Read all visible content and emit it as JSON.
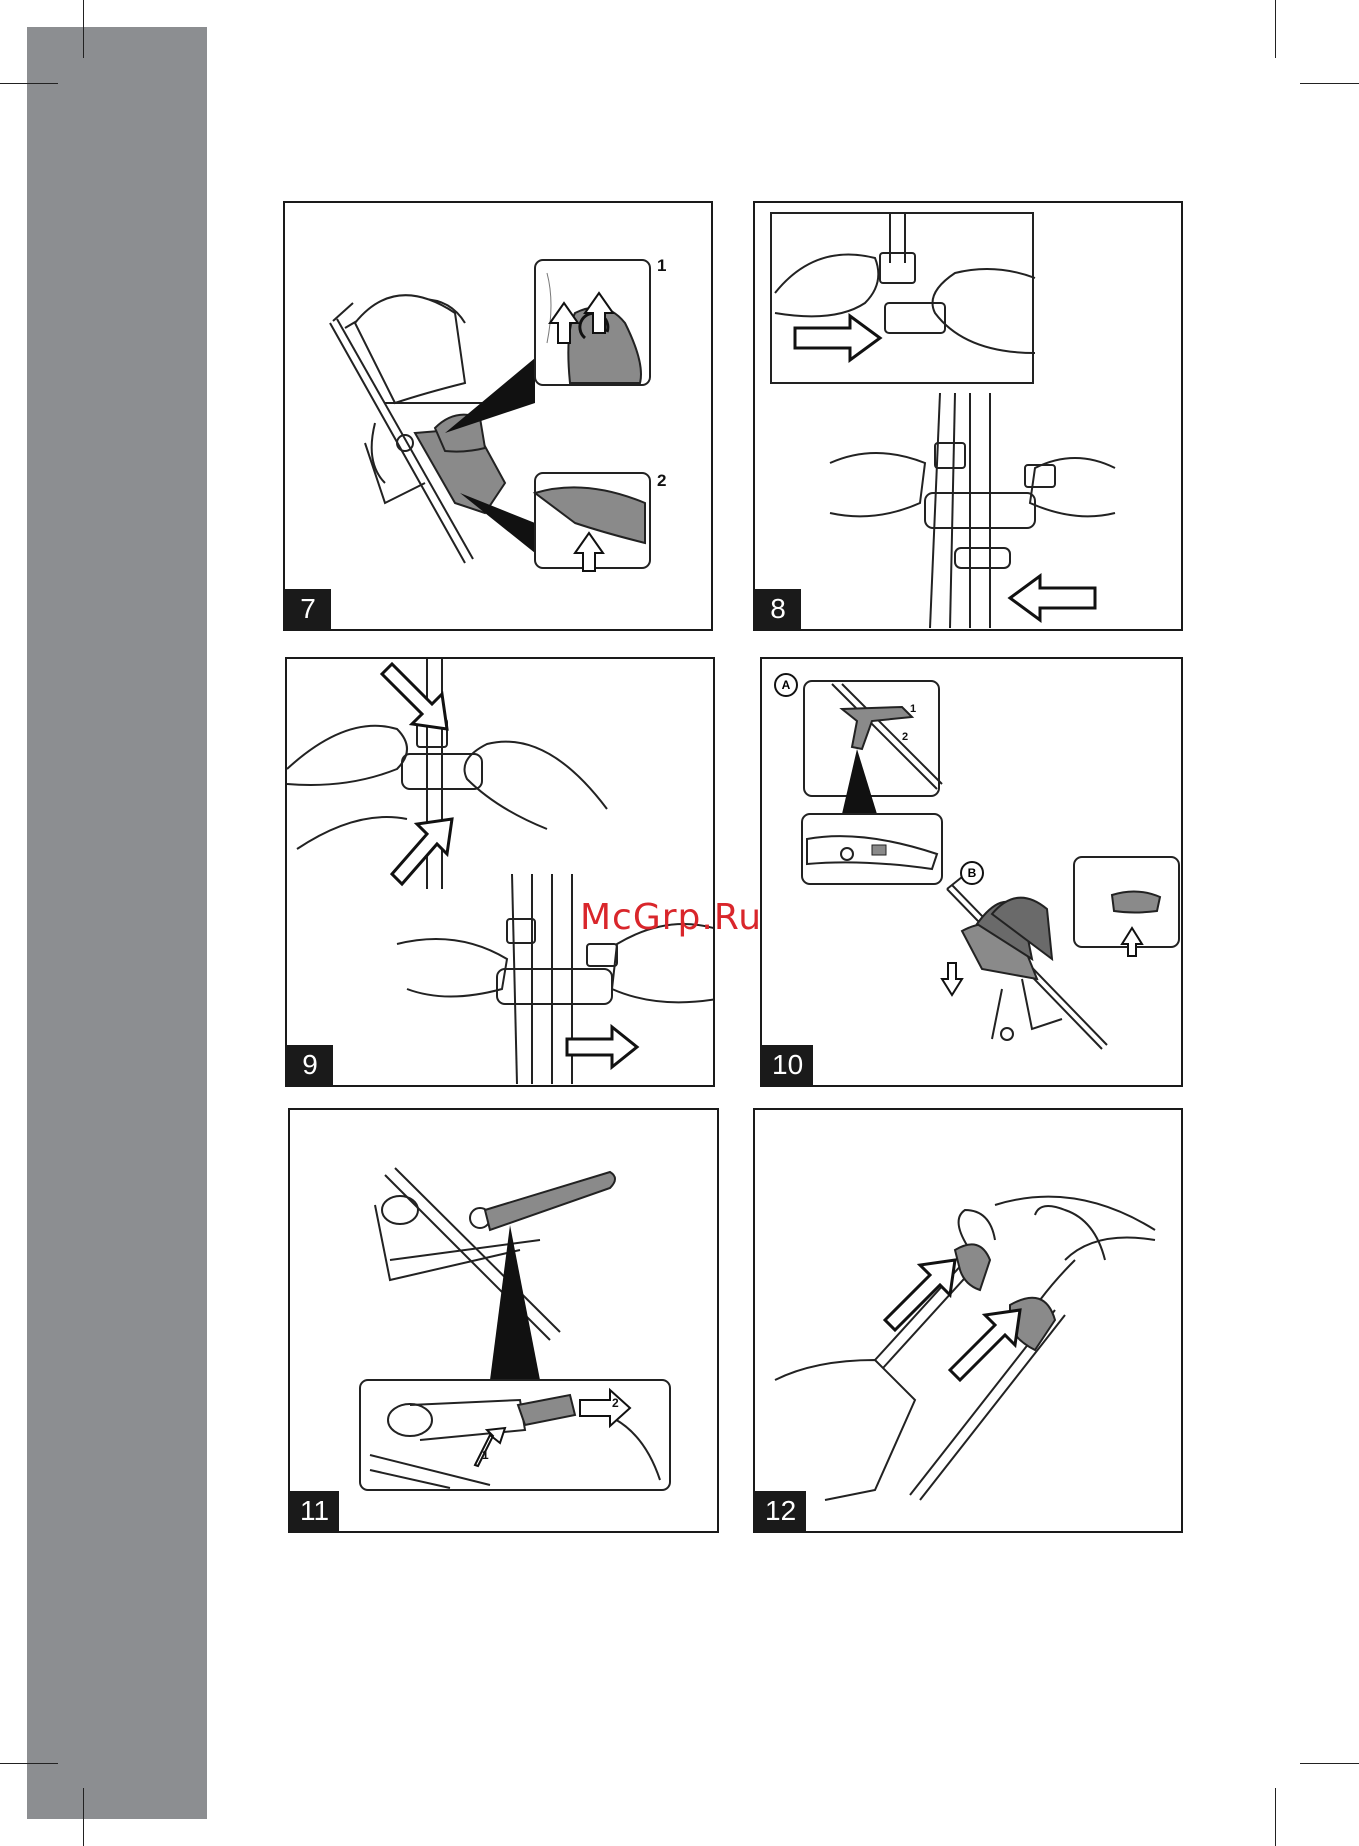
{
  "page": {
    "watermark": "McGrp.Ru"
  },
  "figures": [
    {
      "number": "7",
      "callouts": [
        "1",
        "2"
      ]
    },
    {
      "number": "8",
      "callouts": []
    },
    {
      "number": "9",
      "callouts": []
    },
    {
      "number": "10",
      "callouts": [
        "1",
        "2"
      ],
      "sub_labels": [
        "A",
        "B"
      ]
    },
    {
      "number": "11",
      "callouts": [
        "1",
        "2"
      ]
    },
    {
      "number": "12",
      "callouts": []
    }
  ],
  "colors": {
    "side_strip": "#8c8e91",
    "ink": "#1a1a1a",
    "fabric": "#8a8a8a",
    "watermark": "#d9262b"
  }
}
